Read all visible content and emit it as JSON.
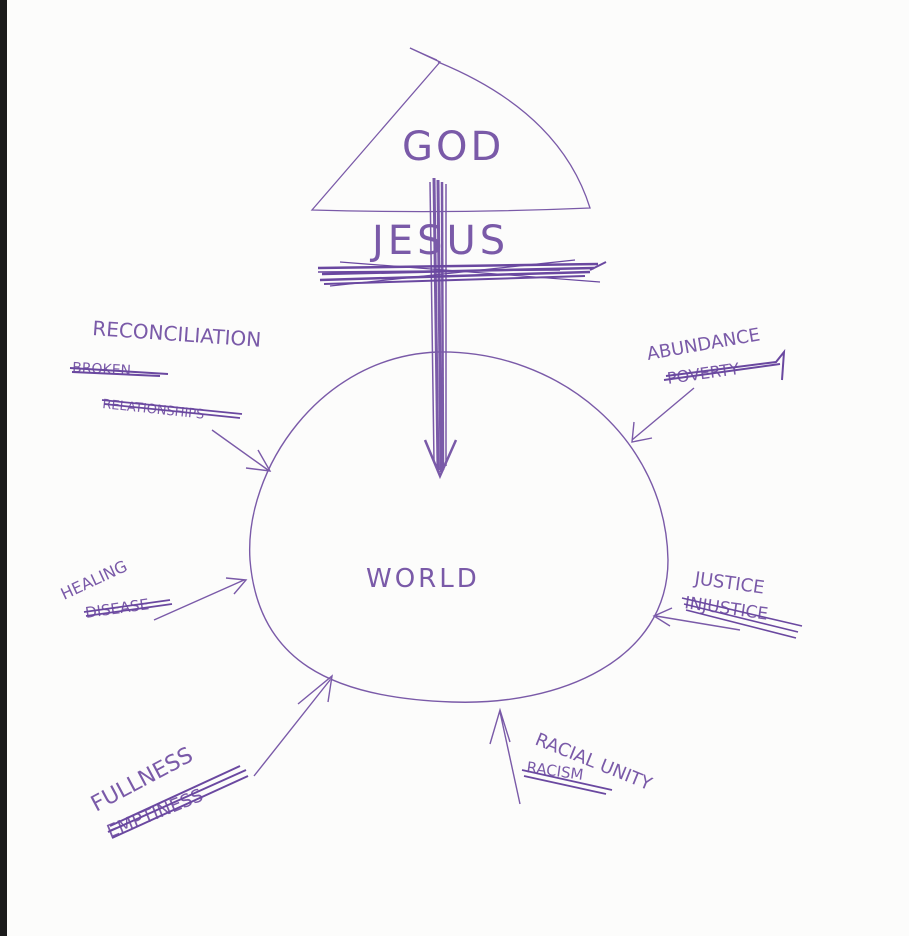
{
  "diagram": {
    "ink_color": "#7a5aa8",
    "strike_color": "#6a48a0",
    "paper_color": "#fcfcfb",
    "god_label": "GOD",
    "jesus_label": "JESUS",
    "world_label": "WORLD",
    "labels": {
      "reconciliation": "RECONCILIATION",
      "broken": "BROKEN",
      "relationships": "RELATIONSHIPS",
      "abundance": "ABUNDANCE",
      "poverty": "POVERTY",
      "healing": "HEALING",
      "disease": "DISEASE",
      "justice": "JUSTICE",
      "injustice": "INJUSTICE",
      "fullness": "FULLNESS",
      "emptiness": "EMPTINESS",
      "racial_unity": "RACIAL UNITY",
      "racism": "RACISM"
    }
  }
}
